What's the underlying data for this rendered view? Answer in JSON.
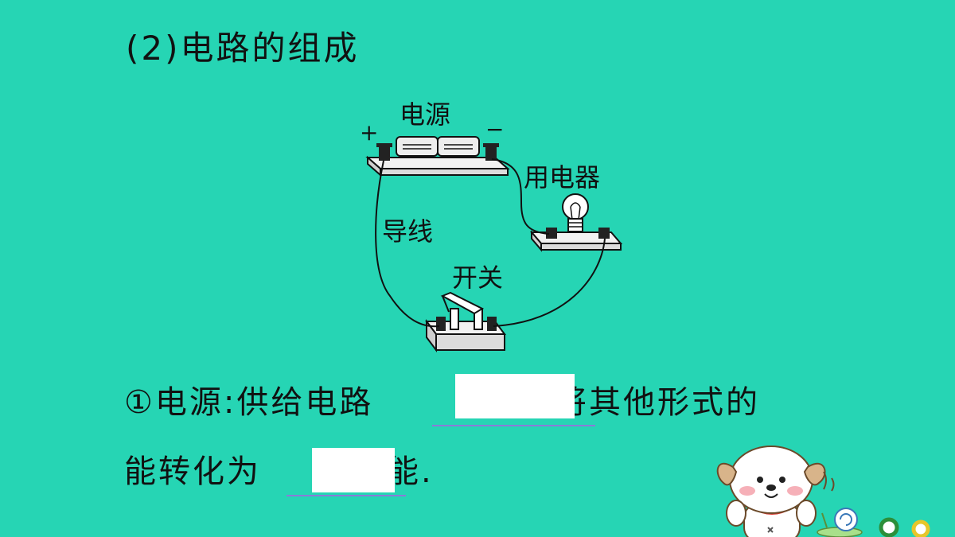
{
  "heading": "(2)电路的组成",
  "diagram": {
    "source_label": "电源",
    "plus_sign": "+",
    "minus_sign": "−",
    "appliance_label": "用电器",
    "wire_label": "导线",
    "switch_label": "开关"
  },
  "sentence1": {
    "prefix": "①电源:供给电路",
    "suffix": ",将其他形式的"
  },
  "sentence2": {
    "prefix": "能转化为",
    "suffix": "能."
  },
  "colors": {
    "background": "#26d5b4",
    "blank_box": "#ffffff",
    "underline": "#8a7bd8"
  }
}
